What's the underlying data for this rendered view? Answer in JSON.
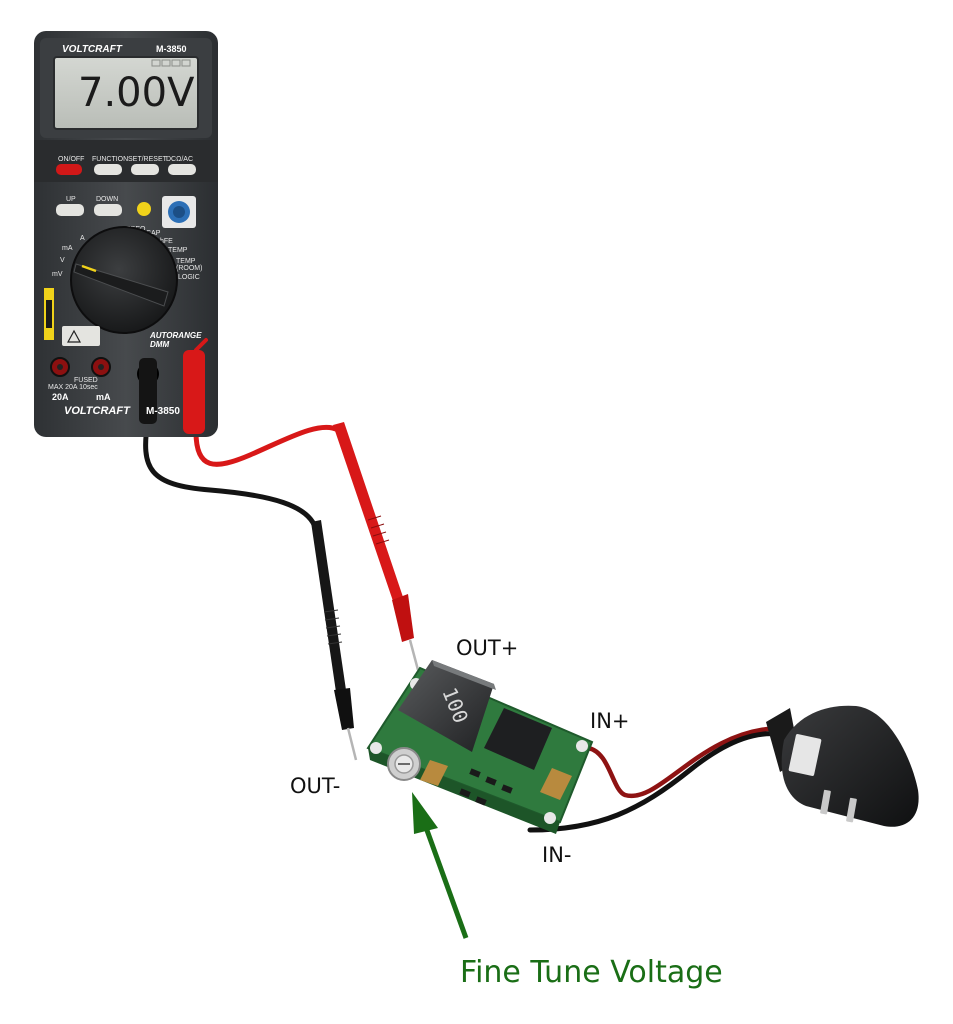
{
  "multimeter": {
    "brand": "VOLTCRAFT",
    "model": "M-3850",
    "brand_bottom": "VOLTCRAFT",
    "model_bottom": "M-3850",
    "display_reading": "7.00V",
    "buttons": [
      "ON/OFF",
      "FUNCTION",
      "SET/RESET",
      "DCΩ/AC"
    ],
    "lower_buttons": [
      "UP",
      "DOWN"
    ],
    "dial_labels": [
      "FREQ",
      "CAP",
      "hFE",
      "TEMP",
      "TEMP",
      "(ROOM)",
      "LOGIC",
      "mA",
      "A",
      "V",
      "mV"
    ],
    "badge_line1": "AUTORANGE",
    "badge_line2": "DMM",
    "jack_labels": [
      "20A",
      "mA"
    ],
    "jack_sublabels": [
      "FUSED",
      "MAX 20A 10sec"
    ]
  },
  "module": {
    "inductor_marking": "100"
  },
  "labels": {
    "out_plus": "OUT+",
    "out_minus": "OUT-",
    "in_plus": "IN+",
    "in_minus": "IN-",
    "fine_tune": "Fine Tune Voltage"
  },
  "colors": {
    "probe_red": "#d81818",
    "probe_black": "#141414",
    "pcb_green": "#2f7a3e",
    "arrow_green": "#1a6e16",
    "meter_body": "#3a3d40",
    "lcd": "#c8ccc7"
  }
}
